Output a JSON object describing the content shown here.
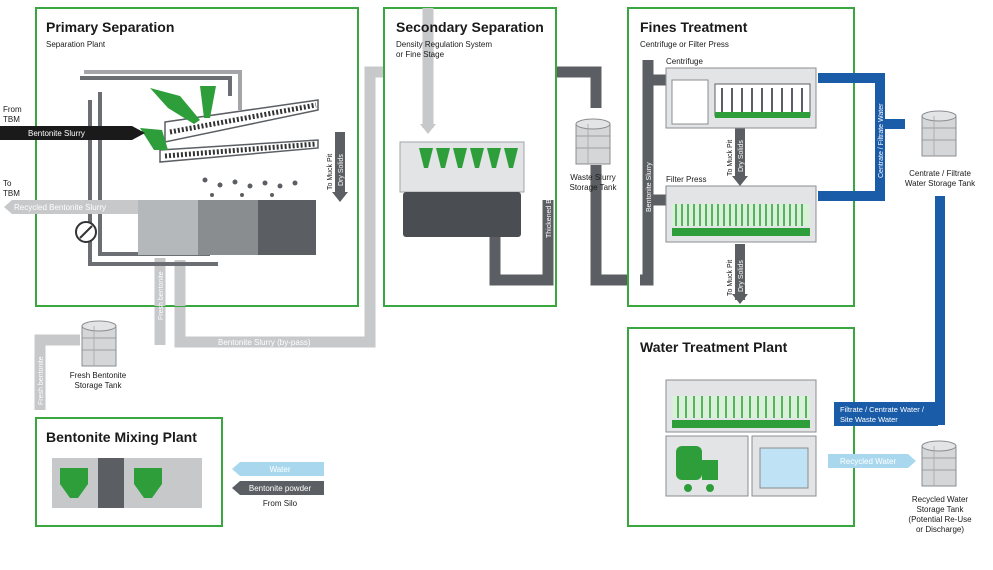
{
  "colors": {
    "green": "#2e9e3a",
    "green_border": "#3aa63f",
    "pipe_light": "#c6c8ca",
    "pipe_dark": "#5b5f63",
    "pipe_black": "#1a1a1a",
    "blue": "#1b5ca8",
    "light_blue": "#a9d8ee",
    "grey_mid": "#8a8d90"
  },
  "sections": {
    "primary": {
      "title": "Primary Separation",
      "subtitle": "Separation Plant"
    },
    "secondary": {
      "title": "Secondary Separation",
      "subtitle_1": "Density Regulation System",
      "subtitle_2": "or Fine Stage"
    },
    "fines": {
      "title": "Fines Treatment",
      "subtitle": "Centrifuge or Filter Press"
    },
    "water": {
      "title": "Water Treatment Plant"
    },
    "mixing": {
      "title": "Bentonite Mixing Plant"
    }
  },
  "labels": {
    "from_tbm_1": "From",
    "from_tbm_2": "TBM",
    "to_tbm_1": "To",
    "to_tbm_2": "TBM",
    "bentonite_slurry": "Bentonite Slurry",
    "recycled_bentonite_slurry": "Recycled Bentonite Slurry",
    "to_muck_pit": "To Muck Pit",
    "dry_solids": "Dry Solids",
    "fresh_bentonite_v": "Fresh bentonite",
    "fresh_bentonite_v2": "Fresh bentonite",
    "fresh_tank_1": "Fresh Bentonite",
    "fresh_tank_2": "Storage Tank",
    "bypass": "Bentonite Slurry (by-pass)",
    "thickened": "Thickened Bentonite Slurry",
    "waste_tank_1": "Waste Slurry",
    "waste_tank_2": "Storage Tank",
    "bentonite_slurry_v": "Bentonite Slurry",
    "centrifuge": "Centrifuge",
    "filter_press": "Filter Press",
    "centrate_v": "Centrate / Filtrate Water",
    "cf_tank_1": "Centrate / Filtrate",
    "cf_tank_2": "Water Storage Tank",
    "filtrate_1": "Filtrate / Centrate Water /",
    "filtrate_2": "Site Waste Water",
    "recycled_water": "Recycled Water",
    "rw_tank_1": "Recycled Water",
    "rw_tank_2": "Storage Tank",
    "rw_tank_3": "(Potential Re-Use",
    "rw_tank_4": "or Discharge)",
    "water": "Water",
    "bentonite_powder": "Bentonite powder",
    "from_silo": "From Silo"
  }
}
